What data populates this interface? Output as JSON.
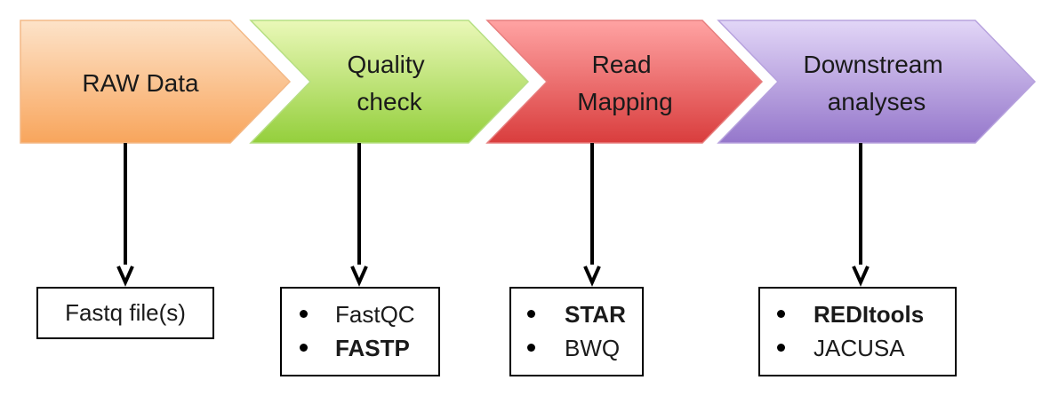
{
  "stages": [
    {
      "label_lines": [
        "RAW Data"
      ],
      "color": "#f9a65a"
    },
    {
      "label_lines": [
        "Quality",
        "check"
      ],
      "color": "#9bd24a"
    },
    {
      "label_lines": [
        "Read",
        "Mapping"
      ],
      "color": "#e45454"
    },
    {
      "label_lines": [
        "Downstream",
        "analyses"
      ],
      "color": "#9b7fd0"
    }
  ],
  "outputs": {
    "raw": {
      "text": "Fastq file(s)"
    },
    "quality": {
      "items": [
        {
          "text": "FastQC",
          "bold": false
        },
        {
          "text": "FASTP",
          "bold": true
        }
      ]
    },
    "mapping": {
      "items": [
        {
          "text": "STAR",
          "bold": true
        },
        {
          "text": "BWQ",
          "bold": false
        }
      ]
    },
    "downstream": {
      "items": [
        {
          "text": "REDItools",
          "bold": true
        },
        {
          "text": "JACUSA",
          "bold": false
        }
      ]
    }
  }
}
